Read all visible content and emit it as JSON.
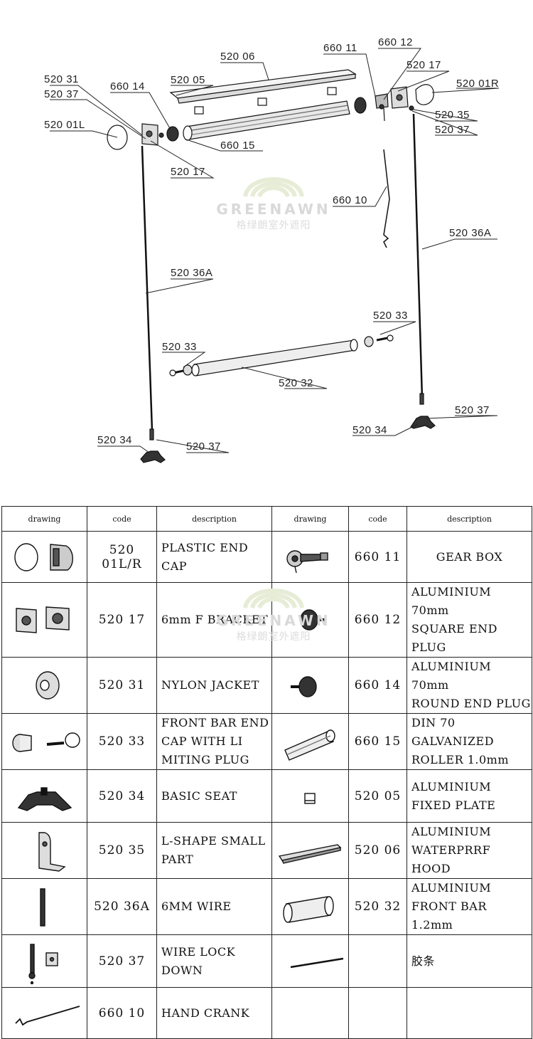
{
  "watermark": {
    "brand": "GREENAWN",
    "chinese": "格绿朗室外遮阳"
  },
  "callouts": [
    "520 06",
    "660 11",
    "660 12",
    "520 17",
    "520 01R",
    "520 35",
    "520 37",
    "520 31",
    "520 37",
    "660 14",
    "520 05",
    "520 01L",
    "660 15",
    "520 17",
    "660 10",
    "520 36A",
    "520 36A",
    "520 33",
    "520 33",
    "520 32",
    "520 37",
    "520 34",
    "520 34",
    "520 37"
  ],
  "table": {
    "headers": [
      "drawing",
      "code",
      "description",
      "drawing",
      "code",
      "description"
    ],
    "rows": [
      {
        "left_code": "520 01L/R",
        "left_desc": "PLASTIC END\nCAP",
        "left_icon": "end-cap-icon",
        "right_code": "660 11",
        "right_desc": "GEAR BOX",
        "right_icon": "gear-box-icon"
      },
      {
        "left_code": "520 17",
        "left_desc": "6mm F BRACKET",
        "left_icon": "bracket-icon",
        "right_code": "660 12",
        "right_desc": "ALUMINIUM 70mm\nSQUARE END\nPLUG",
        "right_icon": "square-end-plug-icon"
      },
      {
        "left_code": "520 31",
        "left_desc": "NYLON JACKET",
        "left_icon": "nylon-jacket-icon",
        "right_code": "660 14",
        "right_desc": "ALUMINIUM 70mm\nROUND END PLUG",
        "right_icon": "round-end-plug-icon"
      },
      {
        "left_code": "520 33",
        "left_desc": "FRONT BAR END\nCAP WITH LI\nMITING PLUG",
        "left_icon": "front-bar-end-cap-icon",
        "right_code": "660 15",
        "right_desc": "DIN 70\nGALVANIZED\nROLLER 1.0mm",
        "right_icon": "roller-icon"
      },
      {
        "left_code": "520 34",
        "left_desc": "BASIC SEAT",
        "left_icon": "basic-seat-icon",
        "right_code": "520 05",
        "right_desc": "ALUMINIUM\nFIXED PLATE",
        "right_icon": "fixed-plate-icon"
      },
      {
        "left_code": "520 35",
        "left_desc": "L-SHAPE SMALL\nPART",
        "left_icon": "l-shape-part-icon",
        "right_code": "520 06",
        "right_desc": "ALUMINIUM\nWATERPRRF HOOD",
        "right_icon": "hood-icon"
      },
      {
        "left_code": "520 36A",
        "left_desc": "6MM WIRE",
        "left_icon": "wire-icon",
        "right_code": "520 32",
        "right_desc": "ALUMINIUM\nFRONT BAR\n1.2mm",
        "right_icon": "front-bar-icon"
      },
      {
        "left_code": "520 37",
        "left_desc": "WIRE LOCK DOWN",
        "left_icon": "wire-lock-icon",
        "right_code": "",
        "right_desc": "胶条",
        "right_icon": "rubber-strip-icon"
      },
      {
        "left_code": "660 10",
        "left_desc": "HAND CRANK",
        "left_icon": "hand-crank-icon",
        "right_code": "",
        "right_desc": "",
        "right_icon": ""
      }
    ]
  }
}
